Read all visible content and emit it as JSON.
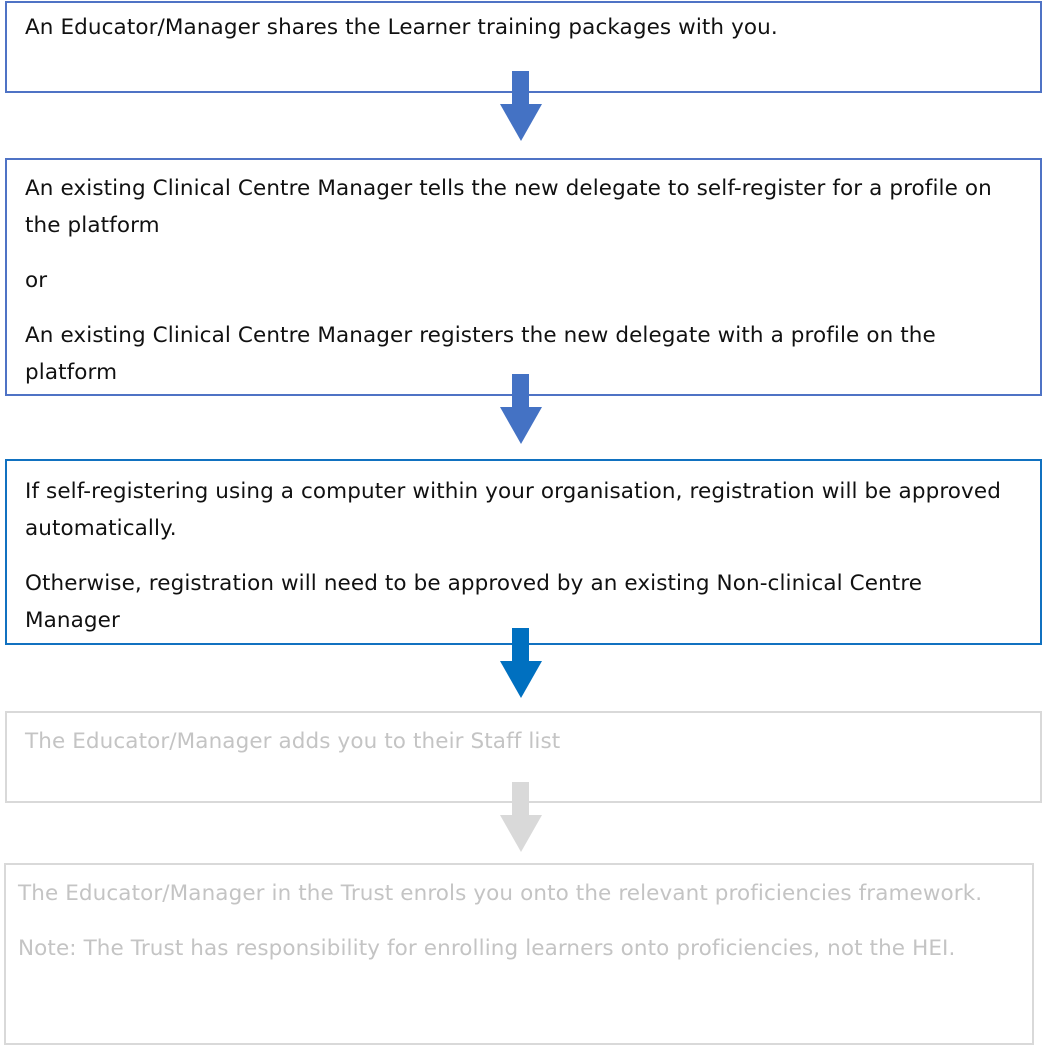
{
  "steps": [
    {
      "paragraphs": [
        "An Educator/Manager shares the Learner training packages with you."
      ]
    },
    {
      "paragraphs": [
        "An existing Clinical Centre Manager tells the new delegate to self-register for a profile on the platform",
        "or",
        "An existing Clinical Centre Manager registers the new delegate with a profile on the platform"
      ]
    },
    {
      "paragraphs": [
        "If self-registering using a computer within your organisation, registration will be approved automatically.",
        "Otherwise, registration will need to be approved by an existing Non-clinical Centre Manager"
      ]
    },
    {
      "paragraphs": [
        "The Educator/Manager adds you to their Staff list"
      ]
    },
    {
      "paragraphs": [
        "The Educator/Manager in the Trust enrols you onto the relevant proficiencies framework.",
        "Note: The Trust has responsibility for enrolling learners onto proficiencies, not the HEI."
      ]
    }
  ],
  "colors": {
    "active_border": "#4f73c5",
    "current_border": "#1171c0",
    "inactive_border": "#d9d9d9",
    "active_arrow": "#4472c4",
    "current_arrow": "#0070c0",
    "inactive_arrow": "#d9d9d9",
    "active_text": "#111111",
    "inactive_text": "#c4c4c4"
  }
}
